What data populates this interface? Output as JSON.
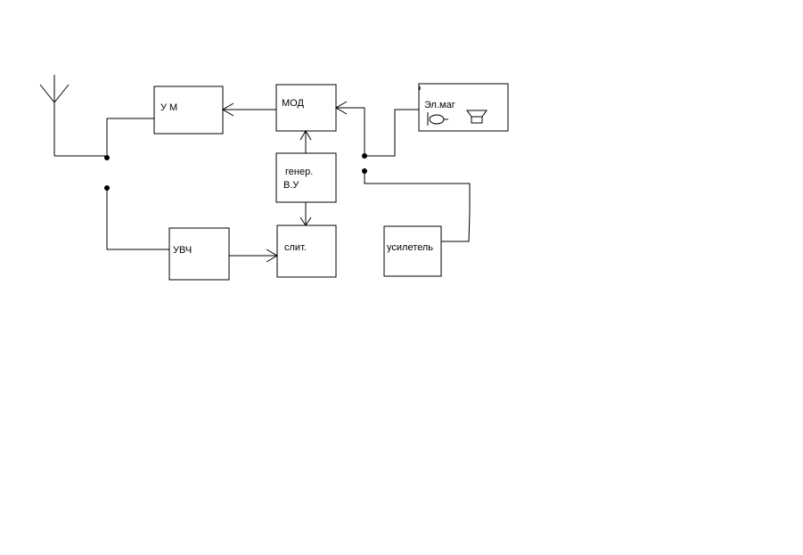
{
  "blocks": {
    "um": {
      "label": "У М"
    },
    "mod": {
      "label": "МОД"
    },
    "gen": {
      "label_line1": "генер.",
      "label_line2": "В.У"
    },
    "slit": {
      "label": "слит."
    },
    "uvch": {
      "label": "УВЧ"
    },
    "amp": {
      "label": "усилетель"
    },
    "elmag": {
      "label": "Эл.маг"
    }
  },
  "icons": {
    "microphone": "microphone-icon",
    "speaker": "speaker-icon",
    "antenna": "antenna-icon"
  },
  "colors": {
    "line": "#000000",
    "background": "#ffffff"
  }
}
